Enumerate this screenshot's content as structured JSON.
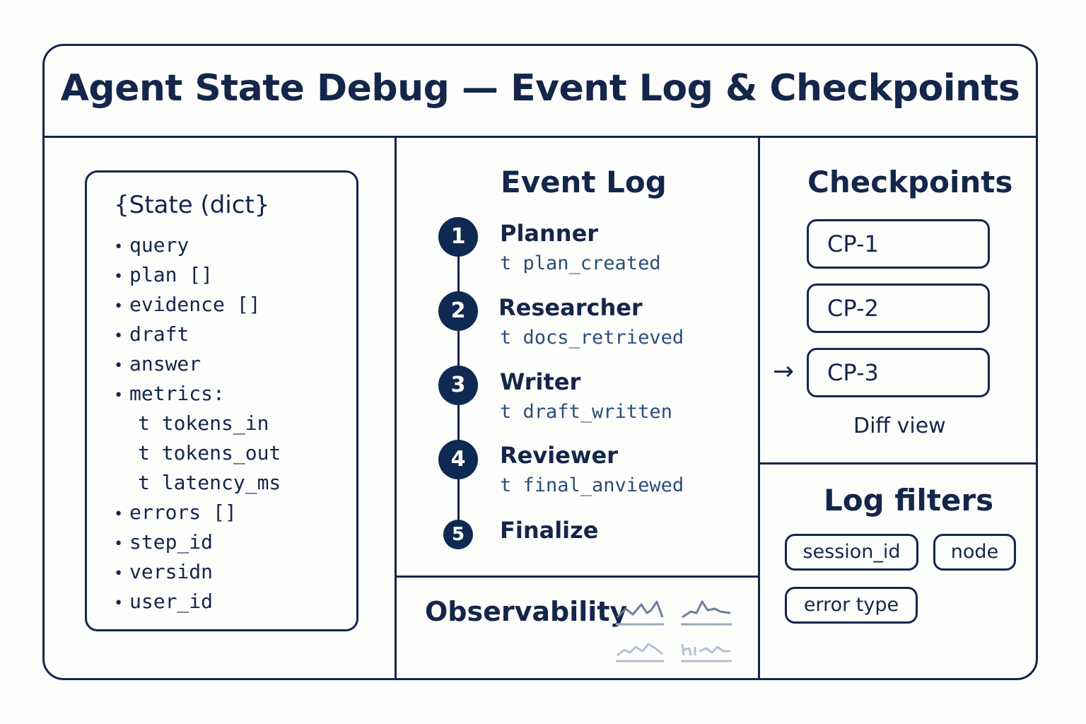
{
  "title": "Agent State Debug — Event Log & Checkpoints",
  "state": {
    "title": "{State (dict}",
    "items": [
      {
        "text": "query",
        "sub": false
      },
      {
        "text": "plan []",
        "sub": false
      },
      {
        "text": "evidence []",
        "sub": false
      },
      {
        "text": "draft",
        "sub": false
      },
      {
        "text": "answer",
        "sub": false
      },
      {
        "text": "metrics:",
        "sub": false
      },
      {
        "text": "t tokens_in",
        "sub": true
      },
      {
        "text": "t tokens_out",
        "sub": true
      },
      {
        "text": "t latency_ms",
        "sub": true
      },
      {
        "text": "errors []",
        "sub": false
      },
      {
        "text": "step_id",
        "sub": false
      },
      {
        "text": "versidn",
        "sub": false
      },
      {
        "text": "user_id",
        "sub": false
      }
    ]
  },
  "event_log": {
    "title": "Event Log",
    "steps": [
      {
        "num": "1",
        "name": "Planner",
        "event": "t plan_created"
      },
      {
        "num": "2",
        "name": "Researcher",
        "event": "t docs_retrieved"
      },
      {
        "num": "3",
        "name": "Writer",
        "event": "t draft_written"
      },
      {
        "num": "4",
        "name": "Reviewer",
        "event": "t final_anviewed"
      },
      {
        "num": "5",
        "name": "Finalize",
        "event": ""
      }
    ]
  },
  "checkpoints": {
    "title": "Checkpoints",
    "items": [
      "CP-1",
      "CP-2",
      "CP-3"
    ],
    "current_arrow": "→",
    "diff_label": "Diff view"
  },
  "log_filters": {
    "title": "Log filters",
    "chips": [
      "session_id",
      "node",
      "error type"
    ]
  },
  "observability": {
    "title": "Observability",
    "sparklines": [
      "sparkline-dark",
      "sparkline-dark",
      "sparkline-light",
      "sparkline-light"
    ]
  }
}
